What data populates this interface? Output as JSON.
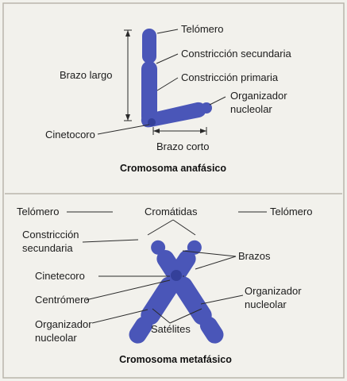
{
  "colors": {
    "background": "#f2f1ec",
    "chromosome": "#4a56b8",
    "centromere": "#34409a",
    "frame": "#b9b6ab"
  },
  "anaphase": {
    "labels": {
      "telomere": "Telómero",
      "secondary_constriction": "Constricción secundaria",
      "long_arm": "Brazo largo",
      "primary_constriction": "Constricción primaria",
      "nucleolar_organizer_1": "Organizador",
      "nucleolar_organizer_2": "nucleolar",
      "kinetochore": "Cinetocoro",
      "short_arm": "Brazo corto"
    },
    "caption": "Cromosoma anafásico"
  },
  "metaphase": {
    "labels": {
      "telomere_left": "Telómero",
      "chromatids": "Cromátidas",
      "telomere_right": "Telómero",
      "secondary_constriction_1": "Constricción",
      "secondary_constriction_2": "secundaria",
      "arms": "Brazos",
      "kinetochore": "Cinetecoro",
      "centromere": "Centrómero",
      "nucleolar_organizer_right_1": "Organizador",
      "nucleolar_organizer_right_2": "nucleolar",
      "nucleolar_organizer_left_1": "Organizador",
      "nucleolar_organizer_left_2": "nucleolar",
      "satellites": "Satélites"
    },
    "caption": "Cromosoma metafásico"
  }
}
